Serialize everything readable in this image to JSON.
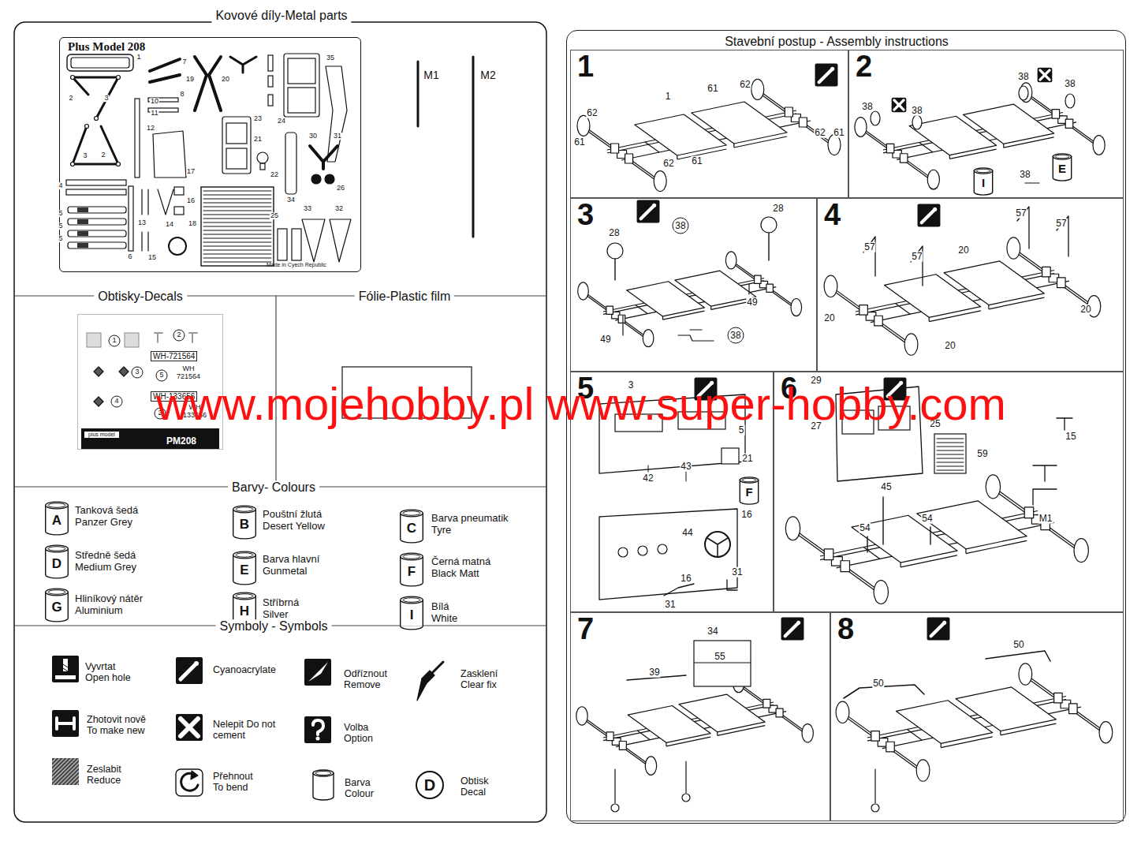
{
  "diagram": {
    "nodes": [
      {
        "text": [
          "Kovové díly-Metal parts"
        ]
      },
      {
        "text": [
          "Plus Model 208",
          "Made in Cyech Republic"
        ],
        "in": 0
      },
      {
        "text": [
          "Obtisky-Decals"
        ]
      },
      {
        "text": [
          "WH-721564",
          "WH 721564",
          "WH-133656",
          "WH 133656",
          "plus model",
          "PM208"
        ],
        "in": 2
      },
      {
        "text": [
          "Fólie-Plastic film"
        ]
      },
      {
        "text": [
          "Barvy- Colours"
        ]
      },
      {
        "text": [
          "Symboly - Symbols"
        ]
      },
      {
        "text": [
          "Stavební postup - Assembly instructions"
        ]
      },
      {
        "text": [
          "1"
        ],
        "in": 7
      },
      {
        "text": [
          "2"
        ],
        "in": 7
      },
      {
        "text": [
          "3"
        ],
        "in": 7
      },
      {
        "text": [
          "4"
        ],
        "in": 7
      },
      {
        "text": [
          "5"
        ],
        "in": 7
      },
      {
        "text": [
          "6"
        ],
        "in": 7
      },
      {
        "text": [
          "7"
        ],
        "in": 7
      },
      {
        "text": [
          "8"
        ],
        "in": 7
      }
    ],
    "labels": [
      "M1",
      "M2",
      "1",
      "2",
      "3",
      "3",
      "2",
      "7",
      "8",
      "19",
      "20",
      "10",
      "11",
      "12",
      "16",
      "17",
      "21",
      "22",
      "23",
      "24",
      "35",
      "30",
      "31",
      "4",
      "5",
      "5",
      "5",
      "6",
      "13",
      "14",
      "15",
      "26",
      "25",
      "33",
      "32",
      "18",
      "34",
      "1",
      "2",
      "3",
      "5",
      "4",
      "2",
      "A",
      "B",
      "C",
      "D",
      "E",
      "F",
      "G",
      "H",
      "I",
      "D",
      "62",
      "61",
      "1",
      "61",
      "62",
      "62",
      "61",
      "62",
      "61",
      "38",
      "38",
      "38",
      "38",
      "38",
      "E",
      "I",
      "28",
      "28",
      "38",
      "49",
      "49",
      "38",
      "57",
      "57",
      "57",
      "57",
      "20",
      "20",
      "20",
      "20",
      "3",
      "5",
      "21",
      "42",
      "43",
      "F",
      "16",
      "44",
      "16",
      "31",
      "31",
      "29",
      "27",
      "25",
      "59",
      "45",
      "54",
      "54",
      "15",
      "M1",
      "34",
      "55",
      "39",
      "50",
      "50",
      "www.mojehobby.pl www.super-hobby.com"
    ],
    "legend": [
      {
        "text": "Tanková šedá Panzer Grey"
      },
      {
        "text": "Pouštní žlutá Desert Yellow"
      },
      {
        "text": "Barva pneumatik Tyre"
      },
      {
        "text": "Středně šedá Medium Grey"
      },
      {
        "text": "Barva hlavní Gunmetal"
      },
      {
        "text": "Černá matná Black Matt"
      },
      {
        "text": "Hliníkový nátěr Aluminium"
      },
      {
        "text": "Stříbrná Silver"
      },
      {
        "text": "Bílá White"
      },
      {
        "text": "Vyvrtat Open hole"
      },
      {
        "text": "Cyanoacrylate"
      },
      {
        "text": "Odříznout Remove"
      },
      {
        "text": "Zasklení Clear fix"
      },
      {
        "text": "Zhotovit nově To make new"
      },
      {
        "text": "Nelepit Do not cement"
      },
      {
        "text": "Volba Option"
      },
      {
        "text": "Zeslabit Reduce"
      },
      {
        "text": "Přehnout To bend"
      },
      {
        "text": "Barva Colour"
      },
      {
        "text": "Obtisk Decal"
      }
    ]
  }
}
